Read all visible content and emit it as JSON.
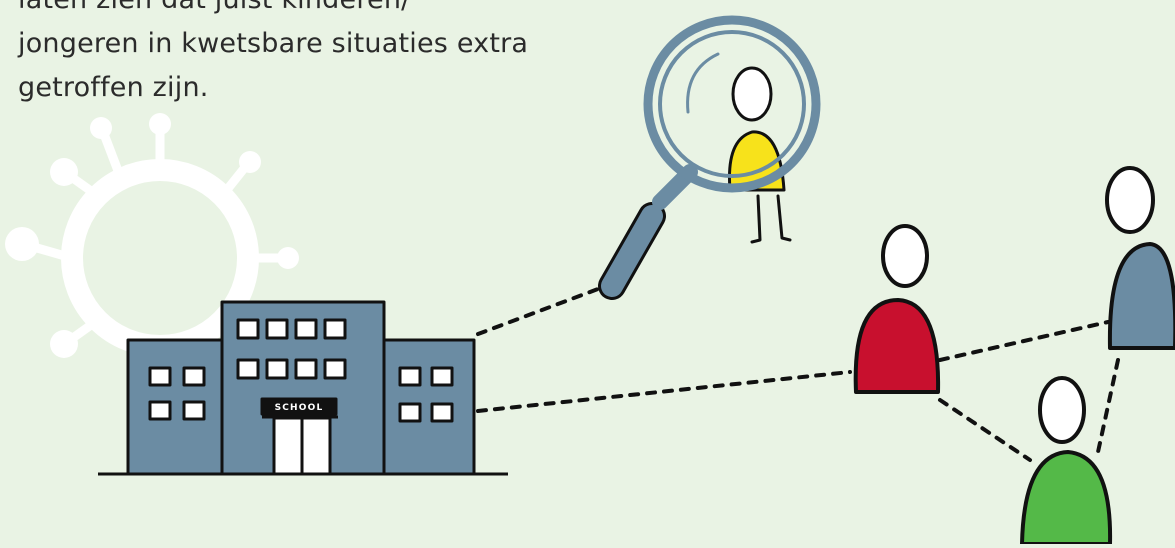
{
  "text": {
    "lines": [
      "laten zien dat juist kinderen/",
      "jongeren in kwetsbare situaties extra",
      "getroffen zijn."
    ]
  },
  "school": {
    "label": "SCHOOL"
  },
  "colors": {
    "background": "#e9f3e4",
    "building": "#6b8ca3",
    "outline": "#111111",
    "virus": "#ffffff",
    "magnifier": "#6b8ca3",
    "person_yellow": "#f7e21b",
    "person_red": "#c8102e",
    "person_blue": "#6b8ca3",
    "person_green": "#54b948"
  },
  "icons": [
    "virus-icon",
    "school-building-icon",
    "magnifying-glass-icon",
    "person-icon"
  ]
}
